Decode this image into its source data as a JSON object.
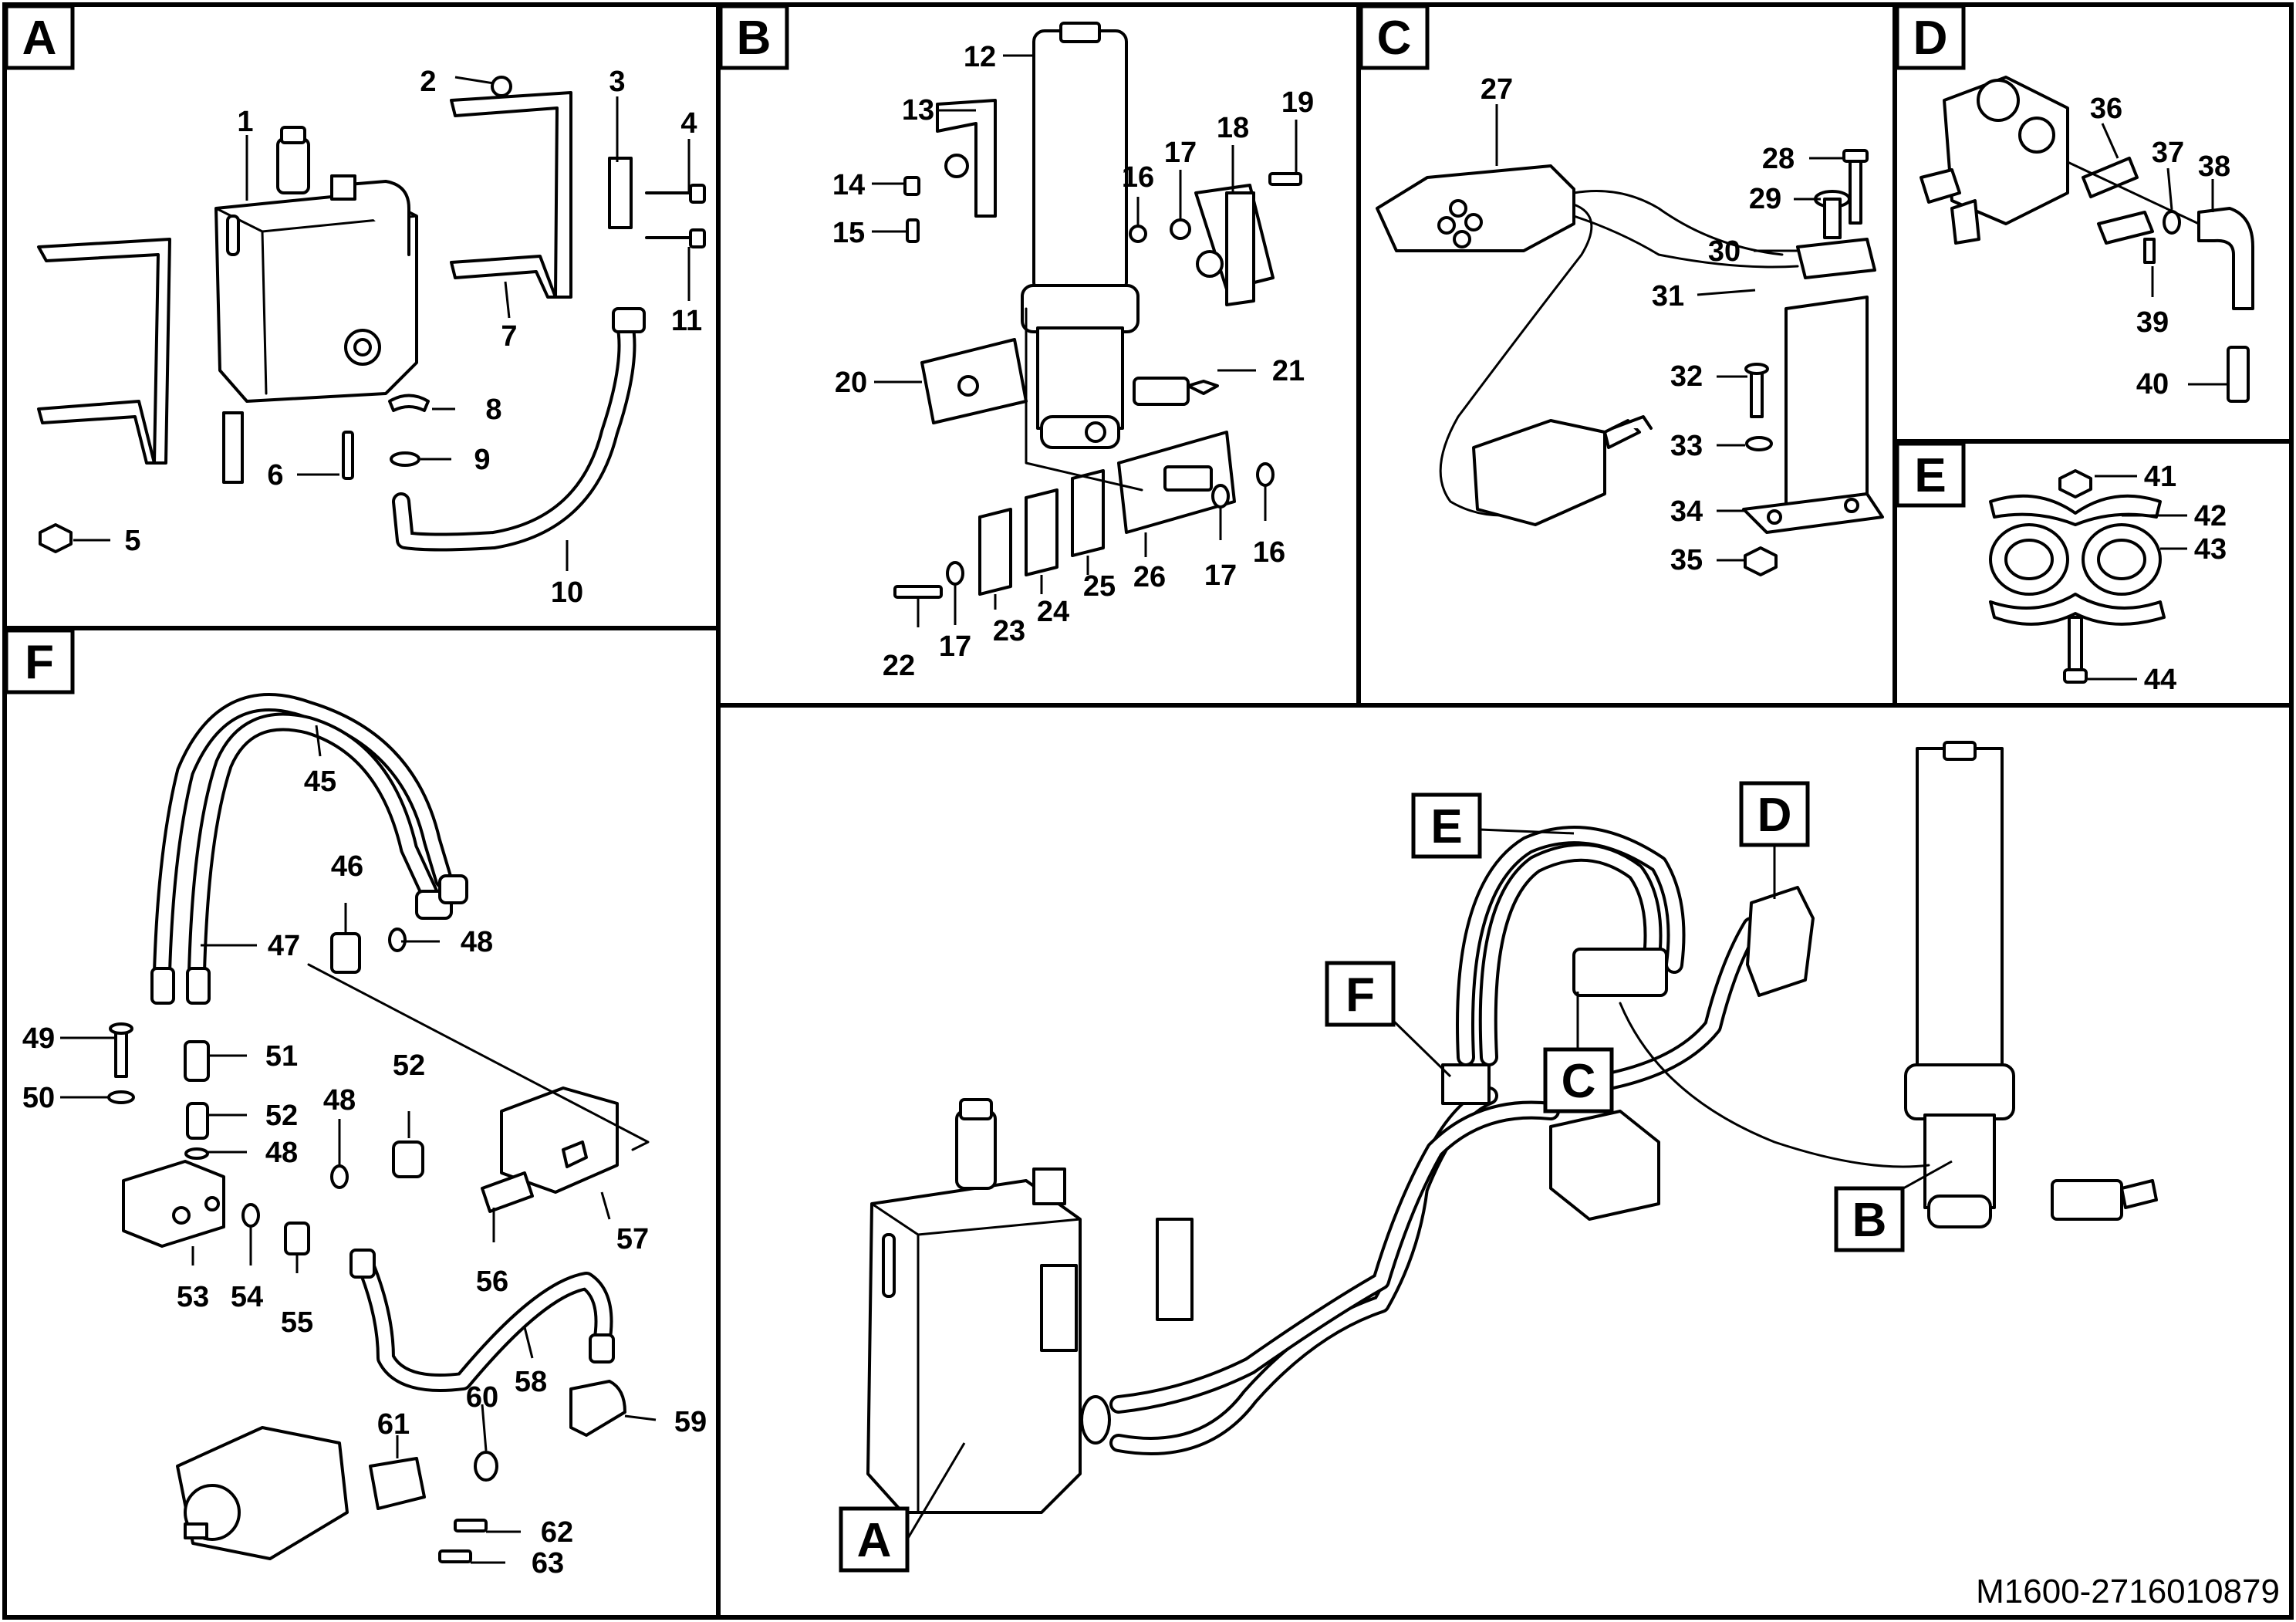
{
  "drawing_ref": "M1600-2716010879",
  "panels": {
    "A": "A",
    "B": "B",
    "C": "C",
    "D": "D",
    "E": "E",
    "F": "F"
  },
  "assembly_labels": {
    "A": "A",
    "B": "B",
    "C": "C",
    "D": "D",
    "E": "E",
    "F": "F"
  },
  "callouts": {
    "1": "1",
    "2": "2",
    "3": "3",
    "4": "4",
    "5": "5",
    "6": "6",
    "7": "7",
    "8": "8",
    "9": "9",
    "10": "10",
    "11": "11",
    "12": "12",
    "13": "13",
    "14": "14",
    "15": "15",
    "16": "16",
    "16b": "16",
    "17": "17",
    "17b": "17",
    "17c": "17",
    "18": "18",
    "19": "19",
    "20": "20",
    "21": "21",
    "22": "22",
    "23": "23",
    "24": "24",
    "25": "25",
    "26": "26",
    "27": "27",
    "28": "28",
    "29": "29",
    "30": "30",
    "31": "31",
    "32": "32",
    "33": "33",
    "34": "34",
    "35": "35",
    "36": "36",
    "37": "37",
    "38": "38",
    "39": "39",
    "40": "40",
    "41": "41",
    "42": "42",
    "43": "43",
    "44": "44",
    "45": "45",
    "46": "46",
    "47": "47",
    "48": "48",
    "48b": "48",
    "48c": "48",
    "49": "49",
    "50": "50",
    "51": "51",
    "52": "52",
    "52b": "52",
    "53": "53",
    "54": "54",
    "55": "55",
    "56": "56",
    "57": "57",
    "58": "58",
    "59": "59",
    "60": "60",
    "61": "61",
    "62": "62",
    "63": "63"
  }
}
